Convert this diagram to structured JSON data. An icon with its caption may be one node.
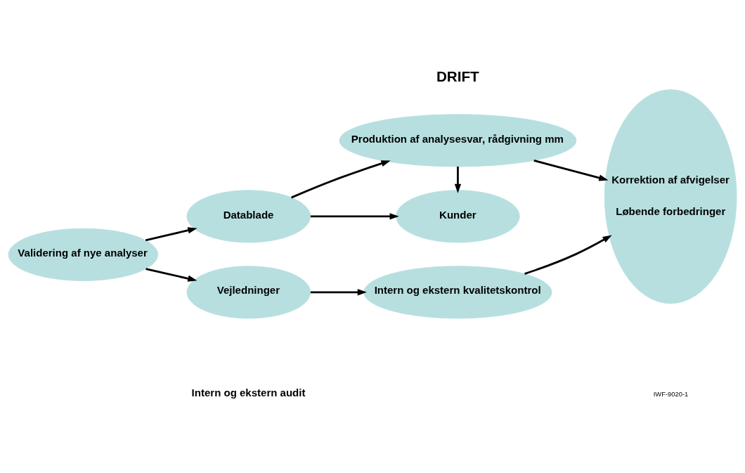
{
  "diagram": {
    "nodes": [
      {
        "text": [
          "Kunder"
        ]
      },
      {
        "text": [
          "Datablade"
        ]
      },
      {
        "text": [
          "Produktion af analysesvar, rådgivning mm"
        ]
      },
      {
        "text": [
          "Validering af nye analyser"
        ]
      },
      {
        "text": [
          "Vejledninger"
        ]
      },
      {
        "text": [
          "Intern og ekstern kvalitetskontrol"
        ]
      },
      {
        "text": [
          "Korrektion af afvigelser",
          "Løbende forbedringer"
        ]
      }
    ],
    "edges": [
      {
        "from": 3,
        "to": 1,
        "arrow": "to"
      },
      {
        "from": 3,
        "to": 4,
        "arrow": "to"
      },
      {
        "from": 1,
        "to": 2,
        "arrow": "to"
      },
      {
        "from": 4,
        "to": 5,
        "arrow": "to"
      },
      {
        "from": 1,
        "to": 0,
        "arrow": "to"
      },
      {
        "from": 2,
        "to": 0,
        "arrow": "to"
      },
      {
        "from": 2,
        "to": 6,
        "arrow": "to"
      },
      {
        "from": 5,
        "to": 6,
        "arrow": "to"
      }
    ],
    "labels": [
      "DRIFT",
      "Intern og ekstern audit",
      "IWF-9020-1"
    ]
  }
}
